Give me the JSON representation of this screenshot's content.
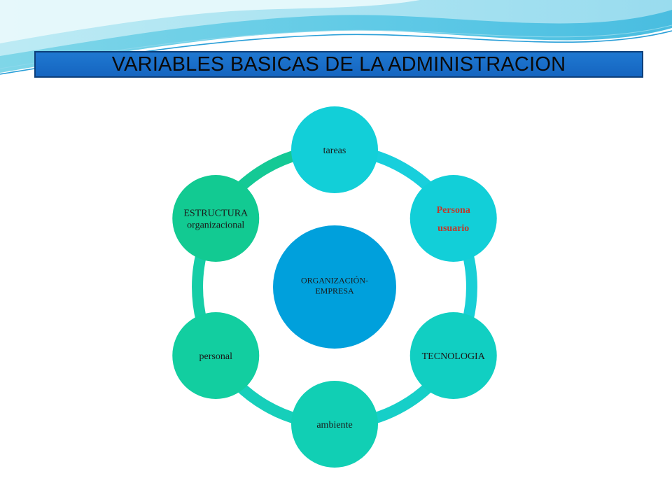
{
  "slide": {
    "title": "VARIABLES BASICAS DE LA ADMINISTRACION"
  },
  "diagram": {
    "center": {
      "lines": [
        "ORGANIZACIÓN-",
        "EMPRESA"
      ],
      "color": "#00a0dc"
    },
    "nodes": [
      {
        "id": "tareas",
        "lines": [
          "tareas"
        ],
        "color": "#12cfd8",
        "emphasis": false
      },
      {
        "id": "persona-usuario",
        "lines": [
          "Persona",
          "usuario"
        ],
        "color": "#12cfd8",
        "emphasis": true
      },
      {
        "id": "tecnologia",
        "lines": [
          "TECNOLOGIA"
        ],
        "color": "#11cfc2",
        "emphasis": false
      },
      {
        "id": "ambiente",
        "lines": [
          "ambiente"
        ],
        "color": "#11cfb4",
        "emphasis": false
      },
      {
        "id": "personal",
        "lines": [
          "personal"
        ],
        "color": "#12cea0",
        "emphasis": false
      },
      {
        "id": "estructura-organizacional",
        "lines": [
          "ESTRUCTURA",
          "organizacional"
        ],
        "color": "#12ca92",
        "emphasis": false
      }
    ],
    "ring_colors": [
      "#18cfdc",
      "#18cfd6",
      "#16cfc8",
      "#16cfba",
      "#15cda6",
      "#14c995"
    ],
    "accent_color": "#c0392b"
  }
}
